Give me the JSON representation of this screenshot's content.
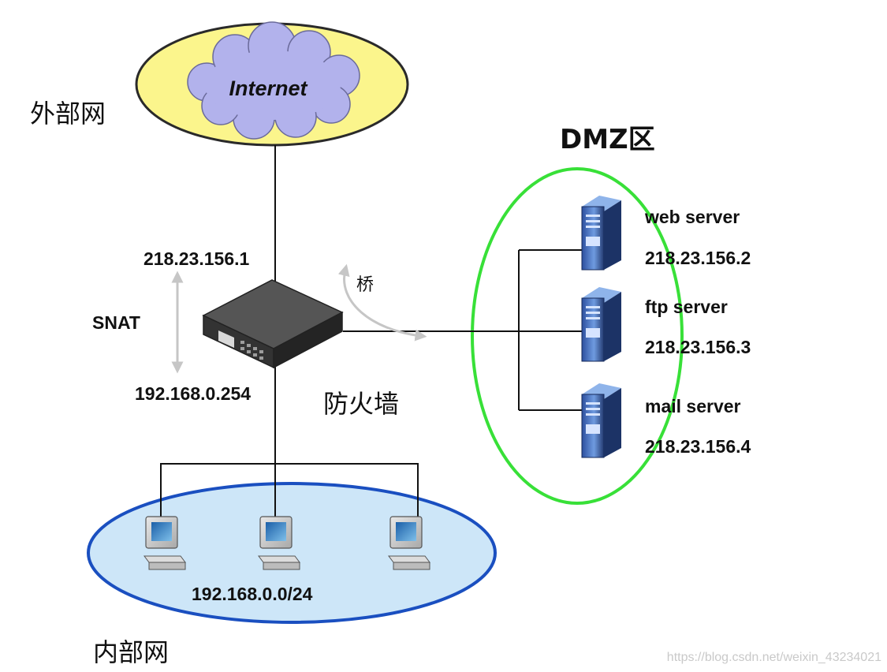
{
  "internet": {
    "label": "Internet",
    "zone_label": "外部网",
    "ellipse_color": "#fbf58c",
    "cloud_color": "#b2b2ec"
  },
  "dmz": {
    "title": "DMZ区",
    "ellipse_color": "#38e038",
    "servers": [
      {
        "name": "web server",
        "ip": "218.23.156.2"
      },
      {
        "name": "ftp server",
        "ip": "218.23.156.3"
      },
      {
        "name": "mail server",
        "ip": "218.23.156.4"
      }
    ]
  },
  "firewall": {
    "label": "防火墙",
    "outer_ip": "218.23.156.1",
    "inner_ip": "192.168.0.254",
    "snat_label": "SNAT",
    "bridge_label": "桥"
  },
  "lan": {
    "zone_label": "内部网",
    "subnet": "192.168.0.0/24",
    "ellipse_color": "#cde6f8",
    "pc_count": 3
  },
  "watermark": "https://blog.csdn.net/weixin_43234021"
}
